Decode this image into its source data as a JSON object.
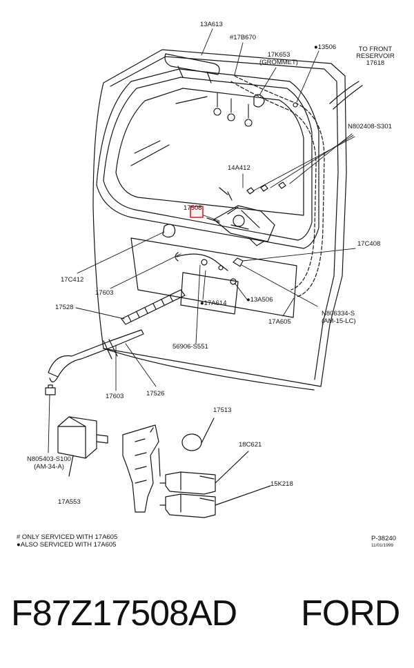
{
  "labels": {
    "l13A613": "13A613",
    "l17B670": "#17B670",
    "l17K653": "17K653",
    "l17K653b": "(GROMMET)",
    "l13506": "●13506",
    "lReservoir1": "TO FRONT",
    "lReservoir2": "RESERVOIR",
    "lReservoir3": "17618",
    "lN802408": "N802408-S301",
    "l14A412": "14A412",
    "l17508": "17508",
    "l17C408": "17C408",
    "l17C412": "17C412",
    "l17603a": "17603",
    "l17A614": "●17A614",
    "l13A506": "●13A506",
    "l17528": "17528",
    "l17A605": "17A605",
    "lN806334a": "N806334-S",
    "lN806334b": "(AM-15-LC)",
    "l56906": "56906-S551",
    "l17603b": "17603",
    "l17526": "17526",
    "l17513": "17513",
    "l18C621": "18C621",
    "lN805403a": "N805403-S100",
    "lN805403b": "(AM-34-A)",
    "l15K218": "15K218",
    "l17A553": "17A553"
  },
  "notes": {
    "note1": "# ONLY SERVICED WITH 17A605",
    "note2": "●ALSO SERVICED WITH 17A605"
  },
  "figure_ref": {
    "id": "P-38240",
    "date": "11/01/1999"
  },
  "footer": {
    "part_number": "F87Z17508AD",
    "brand": "FORD"
  },
  "colors": {
    "line": "#111111",
    "highlight": "#e11b1b"
  }
}
